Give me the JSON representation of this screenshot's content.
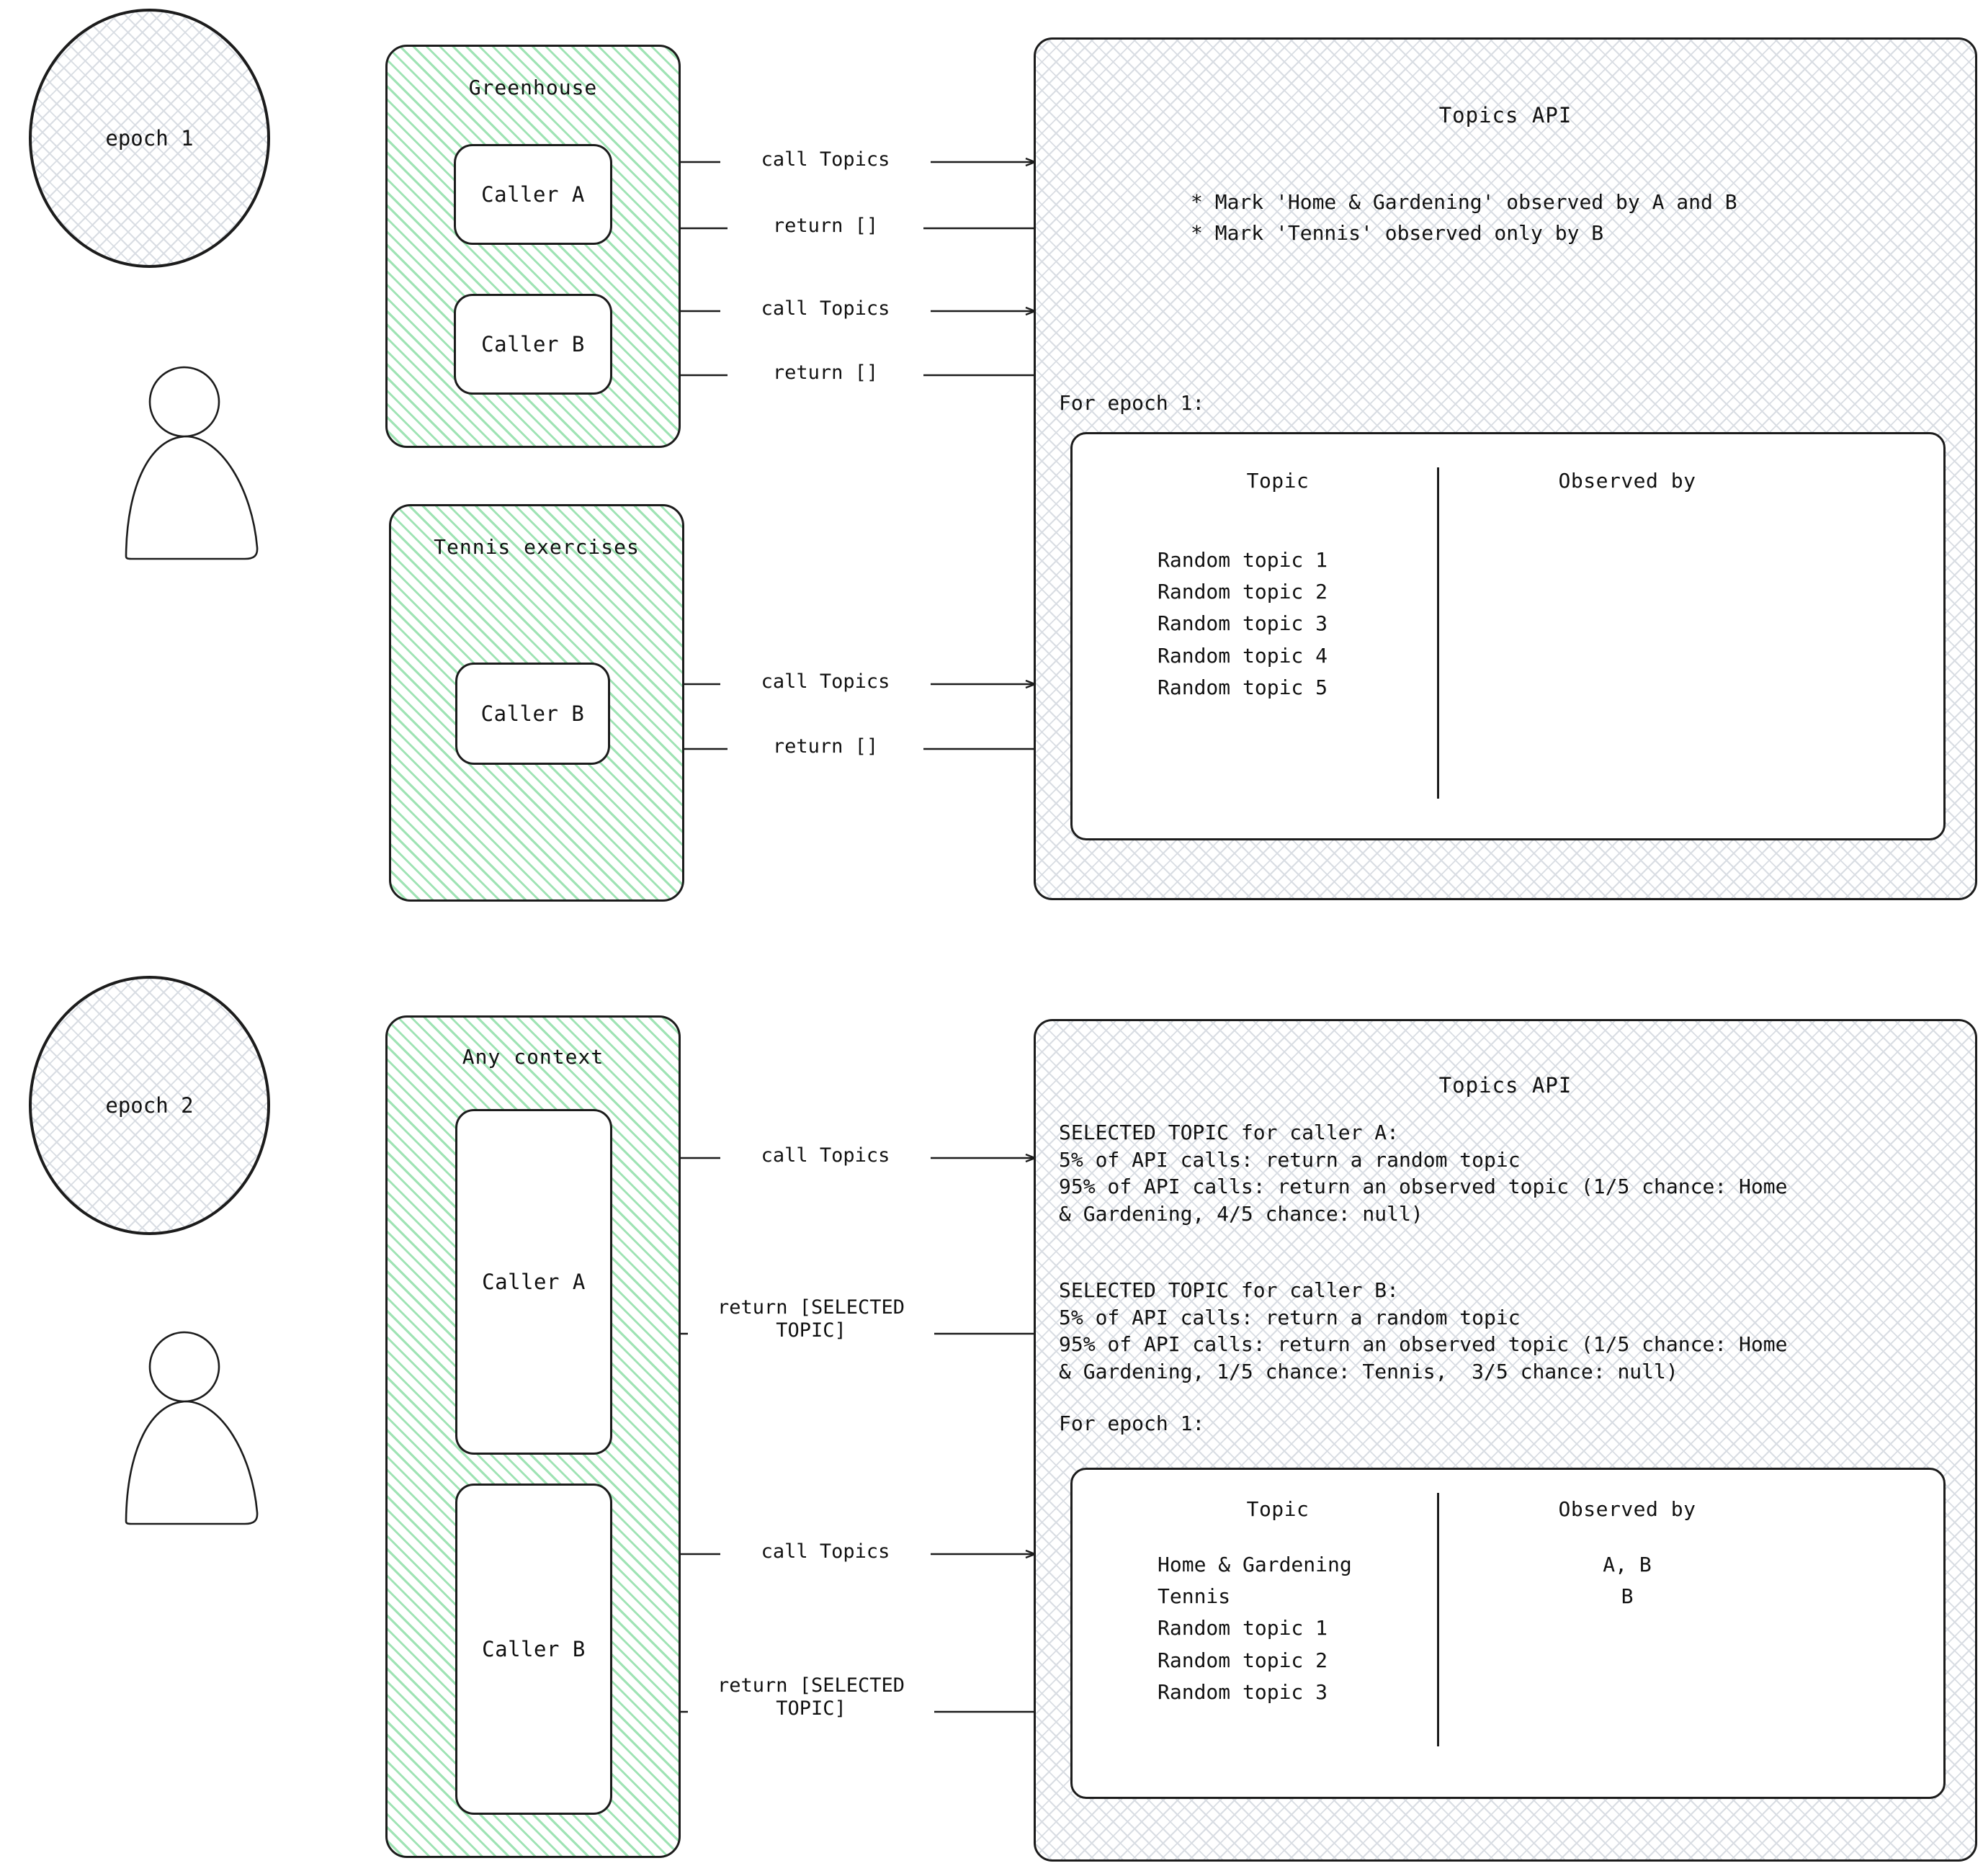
{
  "epochs": [
    {
      "label": "epoch 1"
    },
    {
      "label": "epoch 2"
    }
  ],
  "section1": {
    "contexts": [
      {
        "title": "Greenhouse",
        "callers": [
          {
            "label": "Caller A"
          },
          {
            "label": "Caller B"
          }
        ]
      },
      {
        "title": "Tennis exercises",
        "callers": [
          {
            "label": "Caller B"
          }
        ]
      }
    ],
    "arrows": [
      {
        "label": "call Topics",
        "direction": "right"
      },
      {
        "label": "return []",
        "direction": "left"
      },
      {
        "label": "call Topics",
        "direction": "right"
      },
      {
        "label": "return []",
        "direction": "left"
      },
      {
        "label": "call Topics",
        "direction": "right"
      },
      {
        "label": "return []",
        "direction": "left"
      }
    ],
    "api": {
      "title": "Topics API",
      "bullets": [
        "* Mark 'Home & Gardening' observed by A and B",
        "* Mark 'Tennis' observed only by B"
      ],
      "for_epoch": "For epoch 1:",
      "table": {
        "columns": [
          "Topic",
          "Observed by"
        ],
        "rows": [
          {
            "topic": "Random topic 1",
            "observed_by": ""
          },
          {
            "topic": "Random topic 2",
            "observed_by": ""
          },
          {
            "topic": "Random topic 3",
            "observed_by": ""
          },
          {
            "topic": "Random topic 4",
            "observed_by": ""
          },
          {
            "topic": "Random topic 5",
            "observed_by": ""
          }
        ],
        "storage_icon": "database-cylinder-icon"
      }
    }
  },
  "section2": {
    "contexts": [
      {
        "title": "Any context",
        "callers": [
          {
            "label": "Caller A"
          },
          {
            "label": "Caller B"
          }
        ]
      }
    ],
    "arrows": [
      {
        "label": "call Topics",
        "direction": "right"
      },
      {
        "label": "return [SELECTED\nTOPIC]",
        "direction": "left"
      },
      {
        "label": "call Topics",
        "direction": "right"
      },
      {
        "label": "return [SELECTED\nTOPIC]",
        "direction": "left"
      }
    ],
    "api": {
      "title": "Topics API",
      "note_a": "SELECTED TOPIC for caller A:\n5% of API calls: return a random topic\n95% of API calls: return an observed topic (1/5 chance: Home\n& Gardening, 4/5 chance: null)",
      "note_b": "SELECTED TOPIC for caller B:\n5% of API calls: return a random topic\n95% of API calls: return an observed topic (1/5 chance: Home\n& Gardening, 1/5 chance: Tennis,  3/5 chance: null)",
      "for_epoch": "For epoch 1:",
      "table": {
        "columns": [
          "Topic",
          "Observed by"
        ],
        "rows": [
          {
            "topic": "Home & Gardening",
            "observed_by": "A, B"
          },
          {
            "topic": "Tennis",
            "observed_by": "B"
          },
          {
            "topic": "Random topic 1",
            "observed_by": ""
          },
          {
            "topic": "Random topic 2",
            "observed_by": ""
          },
          {
            "topic": "Random topic 3",
            "observed_by": ""
          }
        ],
        "storage_icon": "database-cylinder-icon"
      }
    }
  },
  "colors": {
    "context_hatch": "#9fe3b4",
    "api_hatch": "#d9dde3",
    "stroke": "#1c1c1c"
  }
}
